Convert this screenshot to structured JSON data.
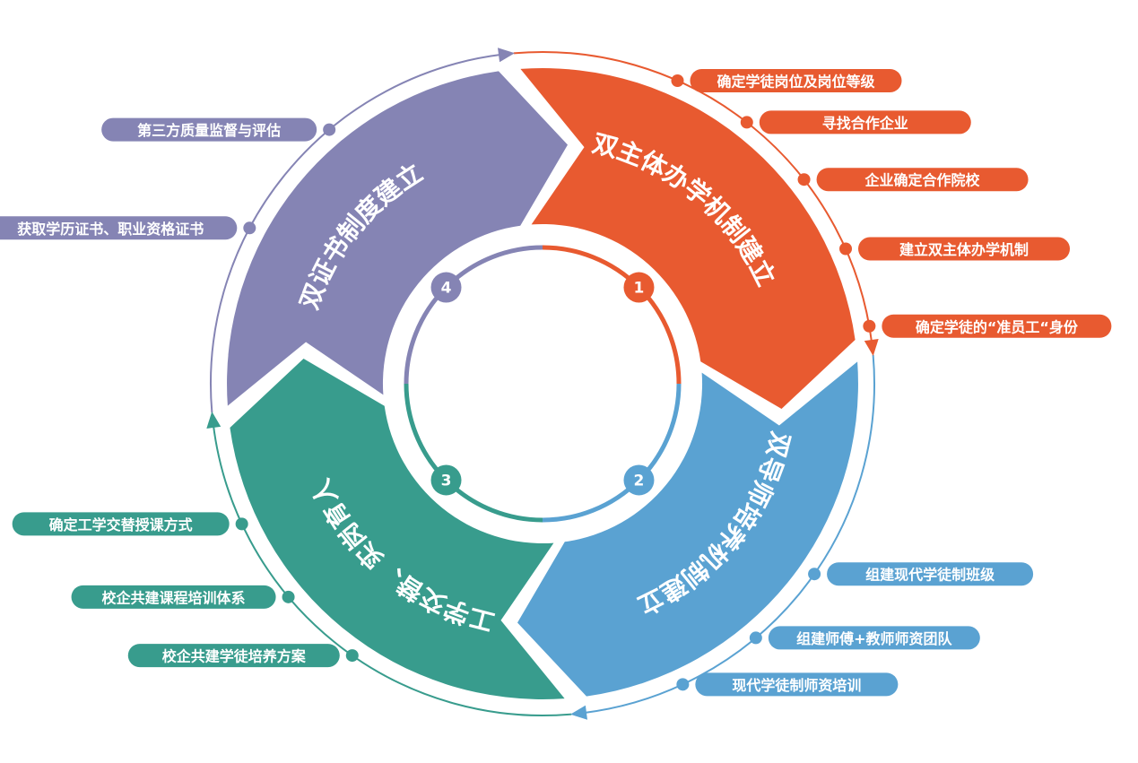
{
  "colors": {
    "orange": "#e85a30",
    "blue": "#5aa2d2",
    "green": "#389c8d",
    "purple": "#8584b4"
  },
  "segments": [
    {
      "id": "dual-subject",
      "number": "1",
      "title": "双主体办学机制建立",
      "color_key": "orange",
      "items": [
        "确定学徒岗位及岗位等级",
        "寻找合作企业",
        "企业确定合作院校",
        "建立双主体办学机制",
        "确定学徒的“准员工“身份"
      ]
    },
    {
      "id": "dual-mentor",
      "number": "2",
      "title": "双导师培养机制建立",
      "color_key": "blue",
      "items": [
        "组建现代学徒制班级",
        "组建师傅+教师师资团队",
        "现代学徒制师资培训"
      ]
    },
    {
      "id": "work-study",
      "number": "3",
      "title": "工学交替、实岗育人",
      "color_key": "green",
      "items": [
        "确定工学交替授课方式",
        "校企共建课程培训体系",
        "校企共建学徒培养方案"
      ]
    },
    {
      "id": "dual-cert",
      "number": "4",
      "title": "双证书制度建立",
      "color_key": "purple",
      "items": [
        "获取学历证书、职业资格证书",
        "第三方质量监督与评估"
      ]
    }
  ]
}
